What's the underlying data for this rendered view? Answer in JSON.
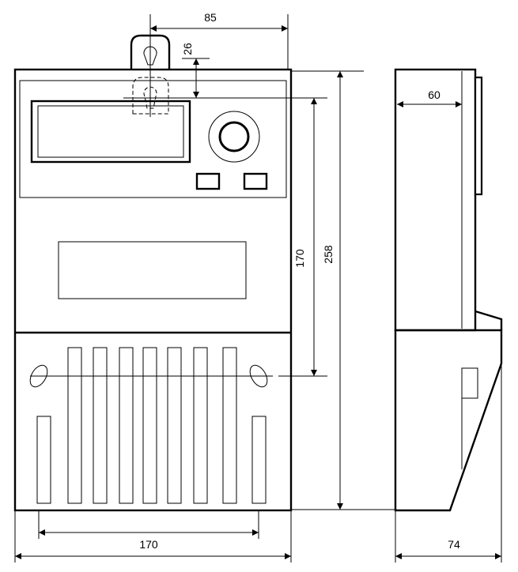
{
  "dimensions": {
    "top_width": "85",
    "hook_offset": "26",
    "mount_height": "170",
    "total_height": "258",
    "depth": "60",
    "bottom_width": "170",
    "total_depth": "74"
  }
}
